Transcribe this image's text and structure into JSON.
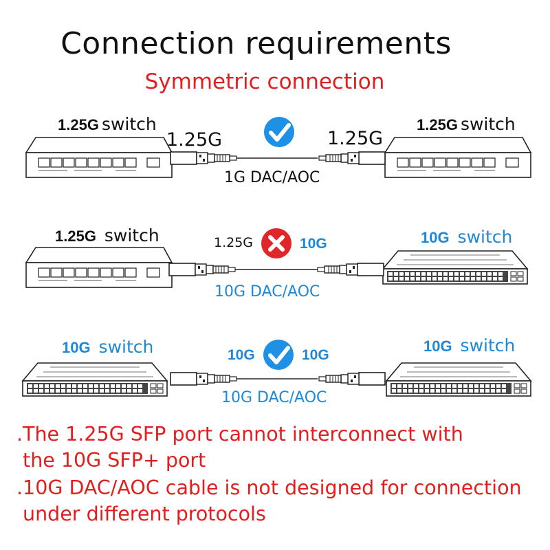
{
  "title": "Connection requirements",
  "subtitle": "Symmetric connection",
  "rows": [
    {
      "left_switch": {
        "speed": "1.25G",
        "word": "switch"
      },
      "right_switch": {
        "speed": "1.25G",
        "word": "switch"
      },
      "left_port": "1.25G",
      "right_port": "1.25G",
      "cable": "1G DAC/AOC",
      "status": "check"
    },
    {
      "left_switch": {
        "speed": "1.25G",
        "word": "switch"
      },
      "right_switch": {
        "speed": "10G",
        "word": "switch"
      },
      "left_port": "1.25G",
      "right_port": "10G",
      "cable": "10G DAC/AOC",
      "status": "cross"
    },
    {
      "left_switch": {
        "speed": "10G",
        "word": "switch"
      },
      "right_switch": {
        "speed": "10G",
        "word": "switch"
      },
      "left_port": "10G",
      "right_port": "10G",
      "cable": "10G DAC/AOC",
      "status": "check"
    }
  ],
  "notes": [
    ".The 1.25G SFP port cannot interconnect with",
    " the 10G SFP+ port",
    ".10G DAC/AOC cable is not designed for connection",
    " under different protocols"
  ],
  "colors": {
    "red": "#e21e1e",
    "blue": "#1e88d6",
    "check_blue": "#1e90e6",
    "cross_red": "#e0262b"
  }
}
